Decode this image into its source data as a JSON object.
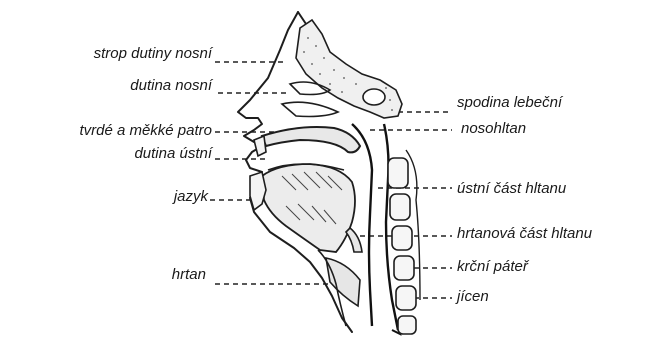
{
  "labels": {
    "strop": "strop dutiny nosní",
    "dutina_nosni": "dutina nosní",
    "patro": "tvrdé a měkké patro",
    "dutina_ustni": "dutina ústní",
    "jazyk": "jazyk",
    "hrtan": "hrtan",
    "spodina": "spodina lebeční",
    "nosohltan": "nosohltan",
    "ustni_cast": "ústní část hltanu",
    "hrtanova_cast": "hrtanová část hltanu",
    "krcni_pater": "krční páteř",
    "jicen": "jícen"
  }
}
